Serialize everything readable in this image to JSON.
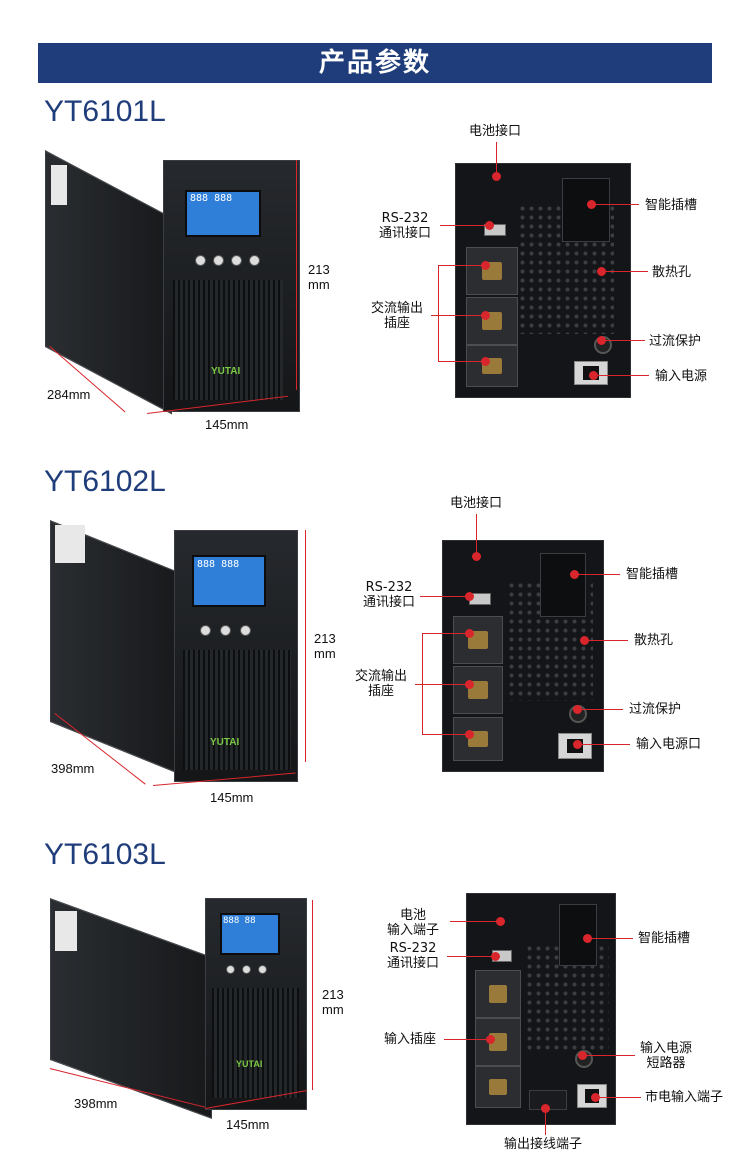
{
  "banner": "产品参数",
  "products": [
    {
      "model": "YT6101L",
      "height_label": "213\nmm",
      "depth_label": "284mm",
      "width_label": "145mm",
      "brand": "YUTAI",
      "labels": {
        "battery": "电池接口",
        "rs232": "RS-232\n通讯接口",
        "ac_output": "交流输出\n插座",
        "slot": "智能插槽",
        "vent": "散热孔",
        "overcurrent": "过流保护",
        "power_in": "输入电源"
      }
    },
    {
      "model": "YT6102L",
      "height_label": "213\nmm",
      "depth_label": "398mm",
      "width_label": "145mm",
      "brand": "YUTAI",
      "labels": {
        "battery": "电池接口",
        "rs232": "RS-232\n通讯接口",
        "ac_output": "交流输出\n插座",
        "slot": "智能插槽",
        "vent": "散热孔",
        "overcurrent": "过流保护",
        "power_in": "输入电源口"
      }
    },
    {
      "model": "YT6103L",
      "height_label": "213\nmm",
      "depth_label": "398mm",
      "width_label": "145mm",
      "brand": "YUTAI",
      "labels": {
        "battery": "电池\n输入端子",
        "rs232": "RS-232\n通讯接口",
        "input_socket": "输入插座",
        "slot": "智能插槽",
        "breaker": "输入电源\n短路器",
        "mains": "市电输入端子",
        "output_terminal": "输出接线端子"
      }
    }
  ],
  "colors": {
    "banner": "#1f3d7a",
    "model": "#1f3d7a",
    "callout": "#d9262c",
    "lcd": "#2f7fd8",
    "brand": "#7ac943"
  }
}
